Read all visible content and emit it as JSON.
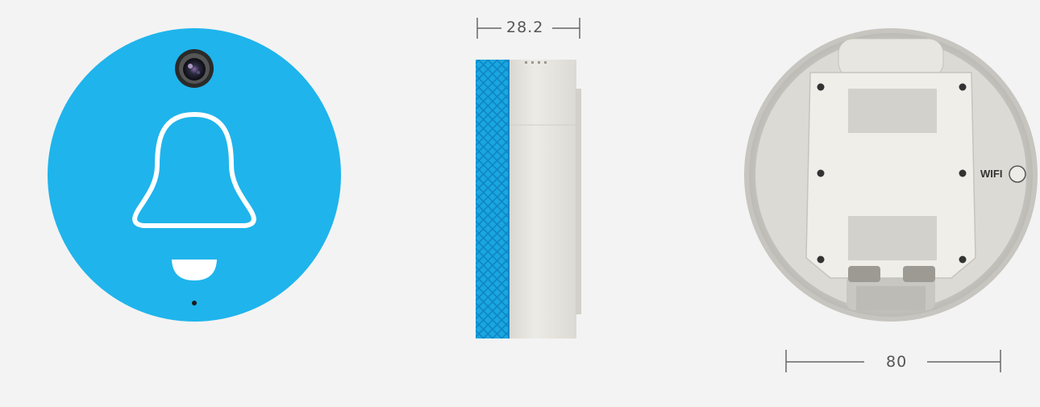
{
  "dimensions": {
    "thickness_label": "28.2",
    "diameter_label": "80"
  },
  "back_view": {
    "wifi_label": "WIFI"
  },
  "colors": {
    "background": "#f3f3f3",
    "body_blue": "#1fb4ec",
    "body_white": "#e9e8e3",
    "back_gray": "#dddbd5",
    "plate": "#f0efea"
  },
  "icons": {
    "front_bell": "bell-icon",
    "front_camera": "camera-lens-icon",
    "front_button": "doorbell-button-icon",
    "back_wifi": "wifi-reset-button-icon"
  }
}
